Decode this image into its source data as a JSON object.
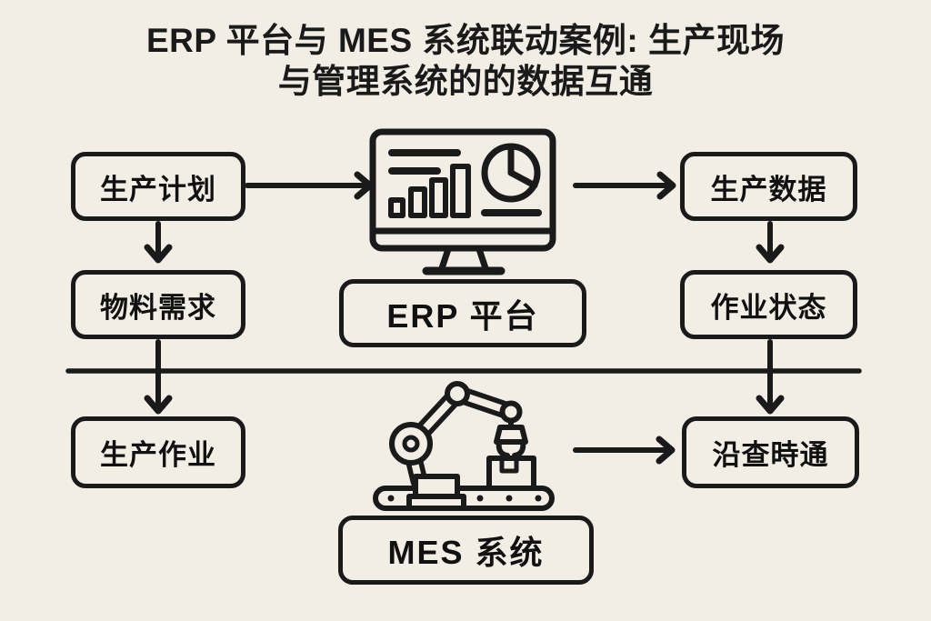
{
  "title": {
    "line1": "ERP 平台与 MES 系统联动案例: 生产现场",
    "line2": "与管理系统的的数据互通"
  },
  "erp_section": {
    "platform_label": "ERP 平台",
    "icon": "dashboard-monitor-icon",
    "nodes": {
      "production_plan": "生产计划",
      "material_requirements": "物料需求",
      "production_data": "生产数据",
      "job_status": "作业状态"
    }
  },
  "mes_section": {
    "system_label": "MES 系统",
    "icon": "robot-arm-conveyor-icon",
    "nodes": {
      "production_operations": "生产作业",
      "realtime_pass": "沿查時通"
    }
  },
  "flows": [
    {
      "from": "生产计划",
      "to": "ERP 平台"
    },
    {
      "from": "ERP 平台",
      "to": "生产数据"
    },
    {
      "from": "生产计划",
      "to": "物料需求"
    },
    {
      "from": "生产数据",
      "to": "作业状态"
    },
    {
      "from": "物料需求",
      "to": "生产作业"
    },
    {
      "from": "作业状态",
      "to": "沿查時通"
    },
    {
      "from": "MES 系统",
      "to": "沿查時通"
    }
  ],
  "colors": {
    "background": "#f2eee5",
    "stroke": "#1a1a1a"
  }
}
